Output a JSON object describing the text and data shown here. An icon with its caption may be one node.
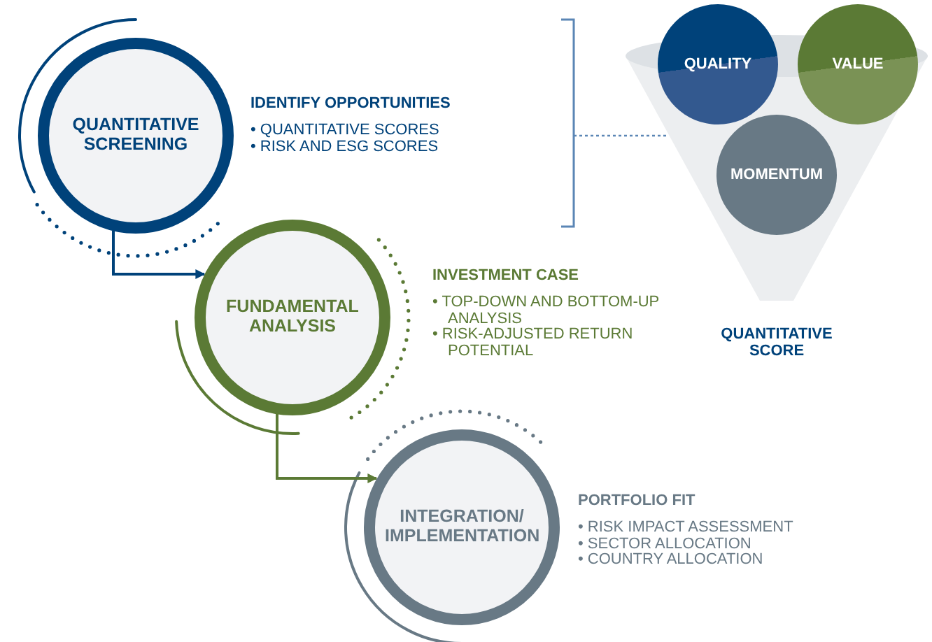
{
  "diagram": {
    "nodes": [
      {
        "text": [
          "QUANTITATIVE SCREENING"
        ],
        "beside": [
          "IDENTIFY OPPORTUNITIES",
          "• QUANTITATIVE SCORES",
          "• RISK AND ESG SCORES"
        ]
      },
      {
        "text": [
          "FUNDAMENTAL ANALYSIS"
        ],
        "beside": [
          "INVESTMENT CASE",
          "• TOP-DOWN AND BOTTOM-UP ANALYSIS",
          "• RISK-ADJUSTED RETURN POTENTIAL"
        ]
      },
      {
        "text": [
          "INTEGRATION/ IMPLEMENTATION"
        ],
        "beside": [
          "PORTFOLIO FIT",
          "• RISK IMPACT ASSESSMENT",
          "• SECTOR ALLOCATION",
          "• COUNTRY ALLOCATION"
        ]
      },
      {
        "text": [
          "QUANTITATIVE SCORE"
        ]
      },
      {
        "text": [
          "QUALITY"
        ]
      },
      {
        "text": [
          "VALUE"
        ]
      },
      {
        "text": [
          "MOMENTUM"
        ],
        "in": 3
      }
    ],
    "edges": [
      {
        "from": 0,
        "to": 1,
        "arrow": "to",
        "color": "#00427a"
      },
      {
        "from": 1,
        "to": 2,
        "arrow": "to",
        "color": "#5b7a35"
      },
      {
        "from": null,
        "to": 3,
        "arrow": "none",
        "style": "dashed",
        "color": "#5b86b5"
      }
    ]
  }
}
